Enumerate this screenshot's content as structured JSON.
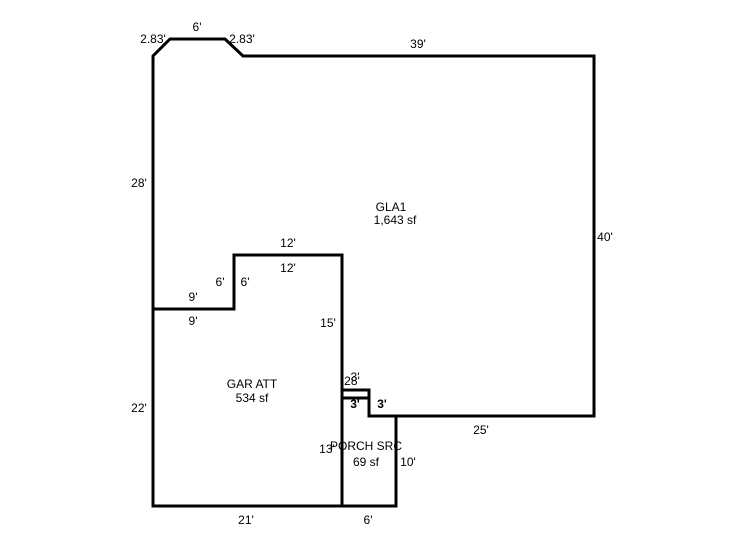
{
  "rooms": {
    "gla1": {
      "name": "GLA1",
      "area": "1,643 sf"
    },
    "garage": {
      "name": "GAR ATT",
      "area": "534 sf"
    },
    "porch": {
      "name": "PORCH SRC",
      "area": "69 sf"
    }
  },
  "dimensions": {
    "top_left_bevel": "2.83'",
    "top_bump": "6'",
    "top_right_bevel": "2.83'",
    "top_main": "39'",
    "left_upper": "28'",
    "right": "40'",
    "left_lower": "22'",
    "gar_step_top_outer": "12'",
    "gar_step_top_inner": "12'",
    "gar_step_left_outer": "6'",
    "gar_step_left_inner": "6'",
    "gar_ledge_top": "9'",
    "gar_ledge_bottom": "9'",
    "gar_right": "15'",
    "porch_notch_top_a": "3'",
    "porch_notch_top_b": "28'",
    "porch_notch_side_a": "3'",
    "porch_notch_side_b": "3'",
    "porch_left": "13'",
    "porch_right": "10'",
    "bottom_right": "25'",
    "bottom_gar": "21'",
    "bottom_porch": "6'"
  }
}
